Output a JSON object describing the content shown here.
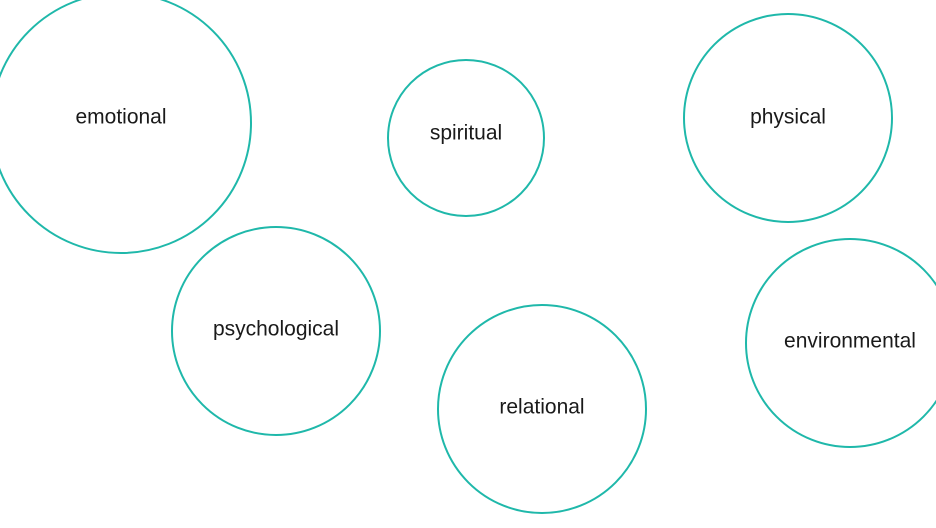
{
  "colors": {
    "ring": "#1fb8aa",
    "text": "#1a1a1a",
    "background": "#ffffff"
  },
  "bubbles": [
    {
      "id": "emotional",
      "label": "emotional"
    },
    {
      "id": "spiritual",
      "label": "spiritual"
    },
    {
      "id": "physical",
      "label": "physical"
    },
    {
      "id": "psychological",
      "label": "psychological"
    },
    {
      "id": "relational",
      "label": "relational"
    },
    {
      "id": "environmental",
      "label": "environmental"
    }
  ]
}
